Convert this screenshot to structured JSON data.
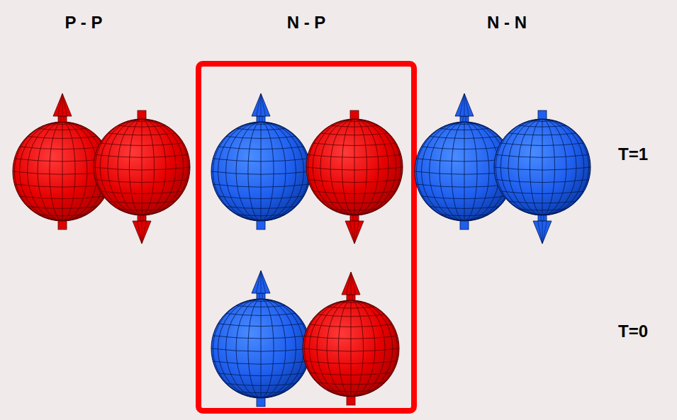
{
  "diagram": {
    "labels": [
      "P - P",
      "N - P",
      "N - N",
      "T=1",
      "T=0"
    ]
  }
}
